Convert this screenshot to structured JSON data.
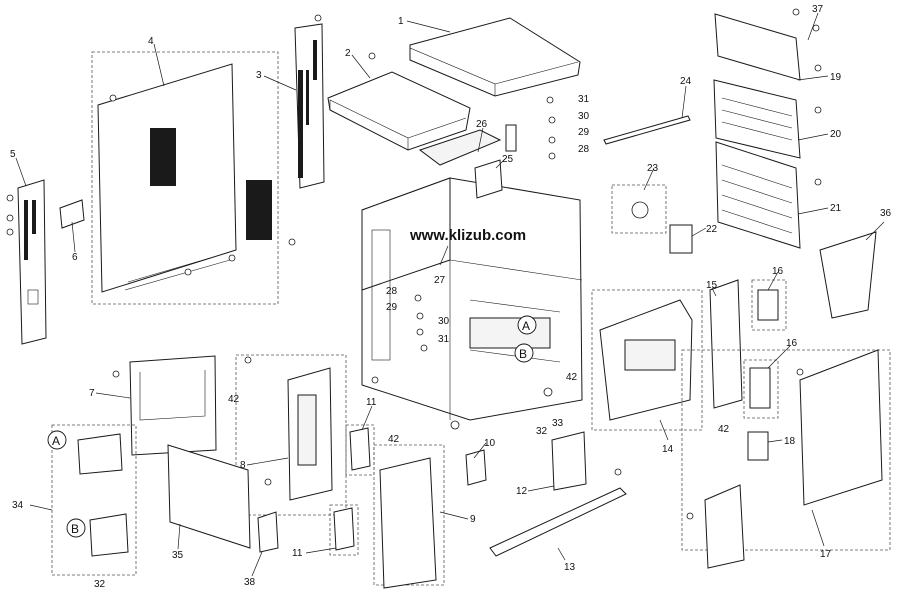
{
  "watermark": "www.klizub.com",
  "callouts": [
    {
      "id": "c1",
      "text": "1"
    },
    {
      "id": "c2",
      "text": "2"
    },
    {
      "id": "c3",
      "text": "3"
    },
    {
      "id": "c4",
      "text": "4"
    },
    {
      "id": "c5",
      "text": "5"
    },
    {
      "id": "c6",
      "text": "6"
    },
    {
      "id": "c7",
      "text": "7"
    },
    {
      "id": "c8",
      "text": "8"
    },
    {
      "id": "c9",
      "text": "9"
    },
    {
      "id": "c10",
      "text": "10"
    },
    {
      "id": "c11a",
      "text": "11"
    },
    {
      "id": "c11b",
      "text": "11"
    },
    {
      "id": "c12",
      "text": "12"
    },
    {
      "id": "c13",
      "text": "13"
    },
    {
      "id": "c14",
      "text": "14"
    },
    {
      "id": "c15",
      "text": "15"
    },
    {
      "id": "c16a",
      "text": "16"
    },
    {
      "id": "c16b",
      "text": "16"
    },
    {
      "id": "c17",
      "text": "17"
    },
    {
      "id": "c18",
      "text": "18"
    },
    {
      "id": "c19",
      "text": "19"
    },
    {
      "id": "c20",
      "text": "20"
    },
    {
      "id": "c21",
      "text": "21"
    },
    {
      "id": "c22",
      "text": "22"
    },
    {
      "id": "c23",
      "text": "23"
    },
    {
      "id": "c24",
      "text": "24"
    },
    {
      "id": "c25",
      "text": "25"
    },
    {
      "id": "c26",
      "text": "26"
    },
    {
      "id": "c27",
      "text": "27"
    },
    {
      "id": "c28a",
      "text": "28"
    },
    {
      "id": "c28b",
      "text": "28"
    },
    {
      "id": "c29a",
      "text": "29"
    },
    {
      "id": "c29b",
      "text": "29"
    },
    {
      "id": "c30a",
      "text": "30"
    },
    {
      "id": "c30b",
      "text": "30"
    },
    {
      "id": "c31a",
      "text": "31"
    },
    {
      "id": "c31b",
      "text": "31"
    },
    {
      "id": "c32a",
      "text": "32"
    },
    {
      "id": "c32b",
      "text": "32"
    },
    {
      "id": "c33",
      "text": "33"
    },
    {
      "id": "c34",
      "text": "34"
    },
    {
      "id": "c35",
      "text": "35"
    },
    {
      "id": "c36",
      "text": "36"
    },
    {
      "id": "c37",
      "text": "37"
    },
    {
      "id": "c38",
      "text": "38"
    },
    {
      "id": "c42a",
      "text": "42"
    },
    {
      "id": "c42b",
      "text": "42"
    },
    {
      "id": "c42c",
      "text": "42"
    },
    {
      "id": "c42d",
      "text": "42"
    }
  ],
  "reference_marks": [
    {
      "id": "ra1",
      "text": "A"
    },
    {
      "id": "rb1",
      "text": "B"
    },
    {
      "id": "ra2",
      "text": "A"
    },
    {
      "id": "rb2",
      "text": "B"
    }
  ]
}
